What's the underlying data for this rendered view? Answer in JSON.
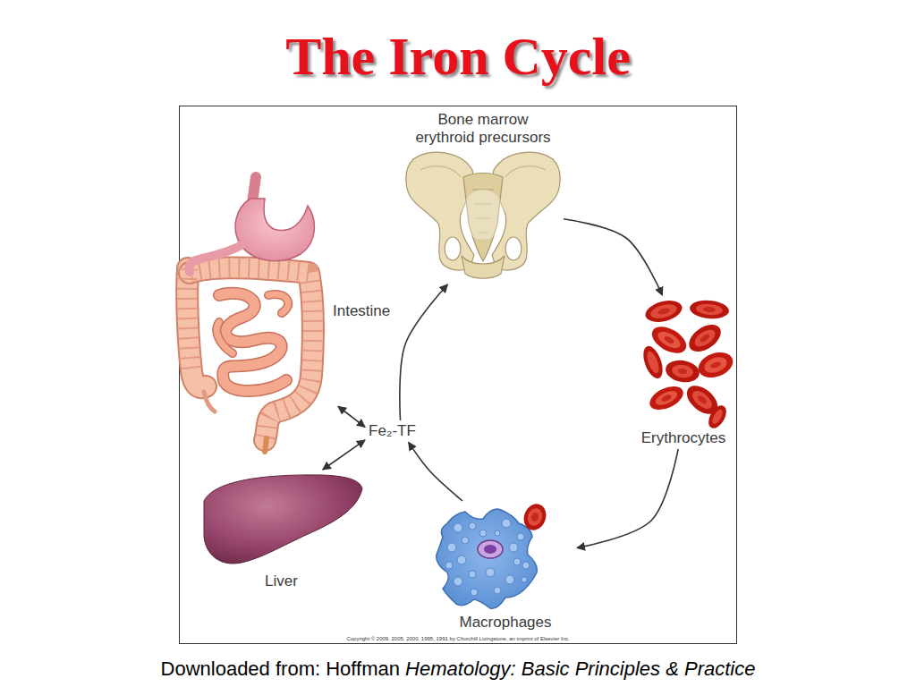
{
  "diagram": {
    "title": "The Iron Cycle",
    "caption": "Downloaded from: Hoffman Hematology: Basic Principles & Practice",
    "nodes": [
      {
        "text": [
          "Bone marrow erythroid precursors"
        ]
      },
      {
        "text": [
          "Intestine"
        ]
      },
      {
        "text": [
          "Erythrocytes"
        ]
      },
      {
        "text": [
          "Fe₂-TF"
        ]
      },
      {
        "text": [
          "Liver"
        ]
      },
      {
        "text": [
          "Macrophages"
        ]
      }
    ],
    "edges": [
      {
        "from": 0,
        "to": 2,
        "arrow": "to"
      },
      {
        "from": 2,
        "to": 5,
        "arrow": "to"
      },
      {
        "from": 5,
        "to": 3,
        "arrow": "to"
      },
      {
        "from": 3,
        "to": 0,
        "arrow": "to"
      },
      {
        "from": 1,
        "to": 3,
        "arrow": "both"
      },
      {
        "from": 4,
        "to": 3,
        "arrow": "both"
      }
    ],
    "labels": [
      "Copyright © 2009, 2005, 2000, 1995, 1991 by Churchill Livingstone, an imprint of Elsevier Inc."
    ]
  }
}
